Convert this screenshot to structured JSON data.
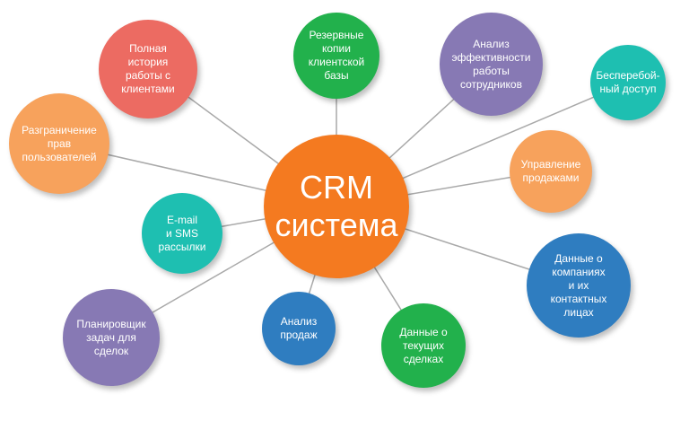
{
  "colors": {
    "center": "#f47a20",
    "red": "#ec6b62",
    "green": "#22b14c",
    "purple": "#8779b4",
    "teal": "#1ebfb1",
    "orange": "#f7a25c",
    "blue": "#2f7dc0",
    "lines": "#a9a9a9"
  },
  "diagram": {
    "center": {
      "label": "CRM\nсистема"
    },
    "nodes": [
      {
        "id": "history",
        "label": "Полная\nистория\nработы с\nклиентами"
      },
      {
        "id": "backup",
        "label": "Резервные\nкопии\nклиентской\nбазы"
      },
      {
        "id": "efficiency",
        "label": "Анализ\nэффективности\nработы\nсотрудников"
      },
      {
        "id": "access",
        "label": "Бесперебой-\nный доступ"
      },
      {
        "id": "rights",
        "label": "Разграничение\nправ\nпользователей"
      },
      {
        "id": "sales-management",
        "label": "Управление\nпродажами"
      },
      {
        "id": "mailing",
        "label": "E-mail\nи SMS\nрассылки"
      },
      {
        "id": "companies",
        "label": "Данные о\nкомпаниях\nи их\nконтактных\nлицах"
      },
      {
        "id": "scheduler",
        "label": "Планировщик\nзадач для\nсделок"
      },
      {
        "id": "sales-analysis",
        "label": "Анализ\nпродаж"
      },
      {
        "id": "deals",
        "label": "Данные о\nтекущих\nсделках"
      }
    ]
  }
}
